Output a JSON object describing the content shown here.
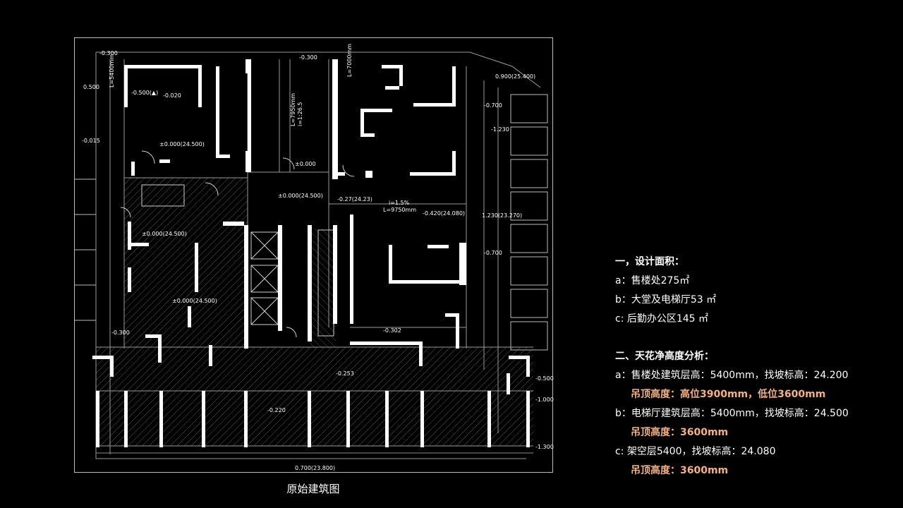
{
  "drawing": {
    "caption": "原始建筑图",
    "dim_labels": [
      "-0.300",
      "-0.300",
      "0.500",
      "-0.500(▲)",
      "-0.020",
      "±0.000(24.500)",
      "±0.000",
      "±0.000(24.500)",
      "-0.27(24.23)",
      "i=1.5%",
      "L=9750mm",
      "-0.420(24.080)",
      "±0.000(24.500)",
      "±0.000(24.500)",
      "-0.302",
      "-0.253",
      "-0.220",
      "-0.015",
      "0.900(25.400)",
      "-0.700",
      "-1.230",
      "1.230(23.270)",
      "-0.700",
      "-0.500",
      "-1.000",
      "-1.300",
      "-0.300",
      "0.700(23.800)",
      "L=7950mm",
      "i=1:26.5",
      "L=5400mm",
      "L=7000mm"
    ]
  },
  "notes": {
    "section1_title": "一，设计面积：",
    "a1": "a：售楼处275㎡",
    "b1": "b：大堂及电梯厅53 ㎡",
    "c1": "c: 后勤办公区145 ㎡",
    "section2_title": "二、天花净高度分析：",
    "a2": "a：售楼处建筑层高：5400mm，找坡标高：24.200",
    "a2_ceiling": "吊顶高度：高位3900mm，低位3600mm",
    "b2": "b：电梯厅建筑层高：5400mm，找坡标高：24.500",
    "b2_ceiling": "吊顶高度：3600mm",
    "c2": "c: 架空层5400，找坡标高：24.080",
    "c2_ceiling": "吊顶高度：3600mm"
  },
  "colors": {
    "background": "#000000",
    "text": "#ffffff",
    "highlight": "#f4b183",
    "frame": "#bdbdbd"
  }
}
